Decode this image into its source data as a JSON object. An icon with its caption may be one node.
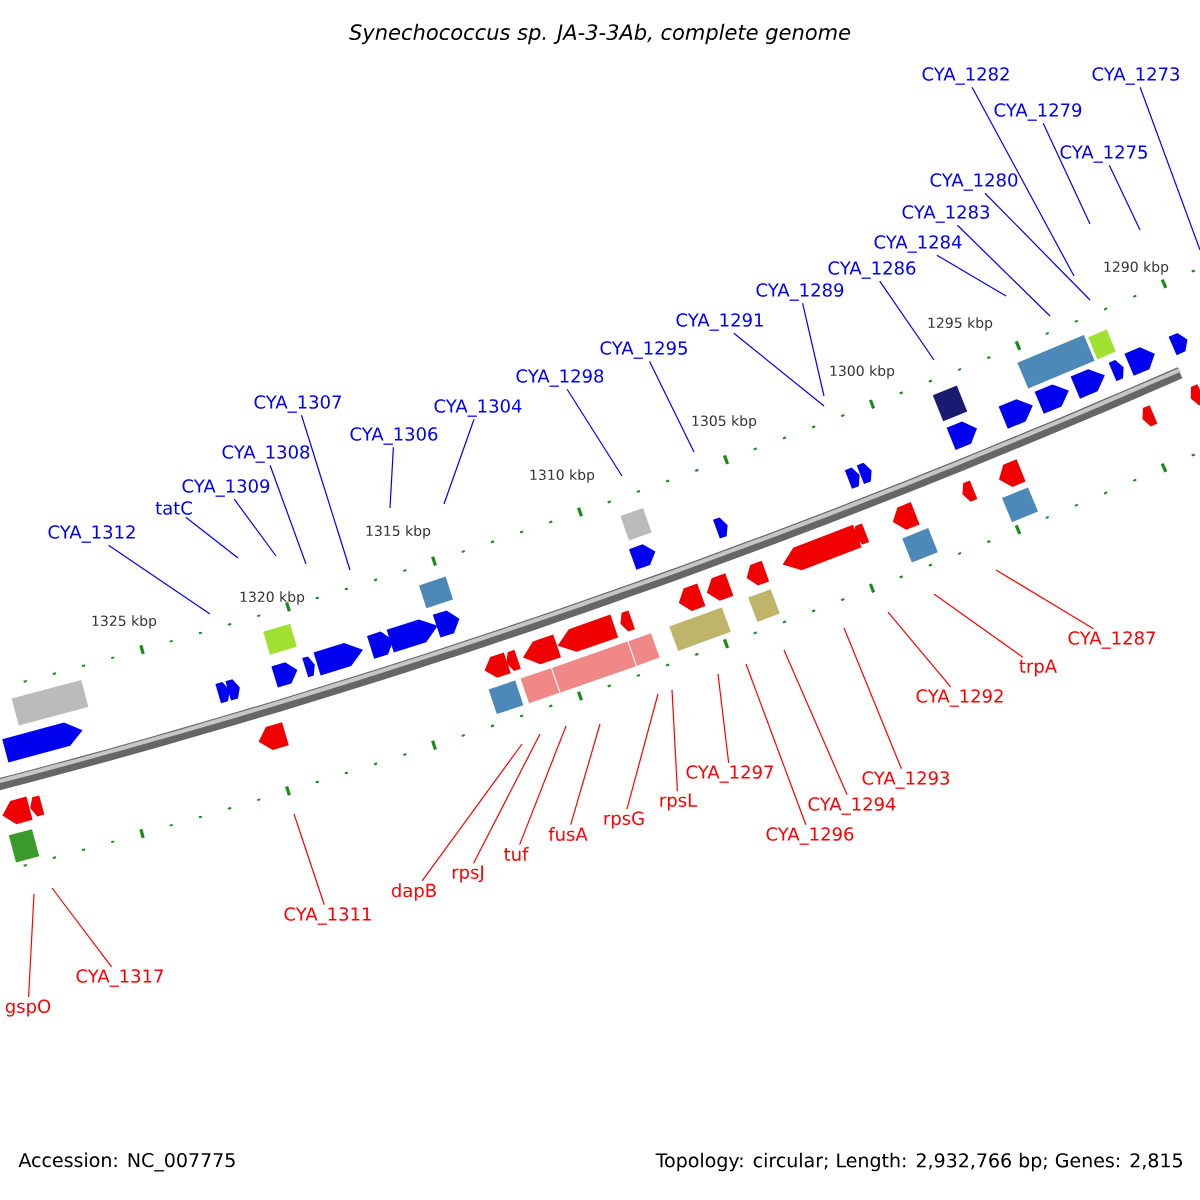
{
  "diagram": {
    "title": "Synechococcus sp. JA-3-3Ab, complete genome",
    "nodes": [
      {
        "text": [
          "CYA_1282"
        ]
      },
      {
        "text": [
          "CYA_1273"
        ]
      },
      {
        "text": [
          "CYA_1279"
        ]
      },
      {
        "text": [
          "CYA_1275"
        ]
      },
      {
        "text": [
          "CYA_1280"
        ]
      },
      {
        "text": [
          "CYA_1283"
        ]
      },
      {
        "text": [
          "CYA_1284"
        ]
      },
      {
        "text": [
          "CYA_1286"
        ]
      },
      {
        "text": [
          "CYA_1289"
        ]
      },
      {
        "text": [
          "CYA_1291"
        ]
      },
      {
        "text": [
          "CYA_1295"
        ]
      },
      {
        "text": [
          "CYA_1298"
        ]
      },
      {
        "text": [
          "CYA_1307"
        ]
      },
      {
        "text": [
          "CYA_1304"
        ]
      },
      {
        "text": [
          "CYA_1306"
        ]
      },
      {
        "text": [
          "CYA_1308"
        ]
      },
      {
        "text": [
          "CYA_1309"
        ]
      },
      {
        "text": [
          "tatC"
        ]
      },
      {
        "text": [
          "CYA_1312"
        ]
      },
      {
        "text": [
          "CYA_1287"
        ]
      },
      {
        "text": [
          "trpA"
        ]
      },
      {
        "text": [
          "CYA_1292"
        ]
      },
      {
        "text": [
          "CYA_1297"
        ]
      },
      {
        "text": [
          "CYA_1293"
        ]
      },
      {
        "text": [
          "rpsL"
        ]
      },
      {
        "text": [
          "CYA_1294"
        ]
      },
      {
        "text": [
          "rpsG"
        ]
      },
      {
        "text": [
          "fusA"
        ]
      },
      {
        "text": [
          "CYA_1296"
        ]
      },
      {
        "text": [
          "tuf"
        ]
      },
      {
        "text": [
          "rpsJ"
        ]
      },
      {
        "text": [
          "dapB"
        ]
      },
      {
        "text": [
          "CYA_1311"
        ]
      },
      {
        "text": [
          "CYA_1317"
        ]
      },
      {
        "text": [
          "gspO"
        ]
      }
    ],
    "edges": [
      {
        "from": 0,
        "to": null,
        "arrow": "none"
      },
      {
        "from": 1,
        "to": null,
        "arrow": "none"
      },
      {
        "from": 2,
        "to": null,
        "arrow": "none"
      },
      {
        "from": 3,
        "to": null,
        "arrow": "none"
      },
      {
        "from": 4,
        "to": null,
        "arrow": "none"
      },
      {
        "from": 5,
        "to": null,
        "arrow": "none"
      },
      {
        "from": 6,
        "to": null,
        "arrow": "none"
      },
      {
        "from": 7,
        "to": null,
        "arrow": "none"
      },
      {
        "from": 8,
        "to": null,
        "arrow": "none"
      },
      {
        "from": 9,
        "to": null,
        "arrow": "none"
      },
      {
        "from": 10,
        "to": null,
        "arrow": "none"
      },
      {
        "from": 11,
        "to": null,
        "arrow": "none"
      },
      {
        "from": 12,
        "to": null,
        "arrow": "none"
      },
      {
        "from": 13,
        "to": null,
        "arrow": "none"
      },
      {
        "from": 14,
        "to": null,
        "arrow": "none"
      },
      {
        "from": 15,
        "to": null,
        "arrow": "none"
      },
      {
        "from": 16,
        "to": null,
        "arrow": "none"
      },
      {
        "from": 17,
        "to": null,
        "arrow": "none"
      },
      {
        "from": 18,
        "to": null,
        "arrow": "none"
      },
      {
        "from": 19,
        "to": null,
        "arrow": "none",
        "color": "#ff0000"
      },
      {
        "from": 20,
        "to": null,
        "arrow": "none",
        "color": "#ff0000"
      },
      {
        "from": 21,
        "to": null,
        "arrow": "none",
        "color": "#ff0000"
      },
      {
        "from": 22,
        "to": null,
        "arrow": "none",
        "color": "#ff0000"
      },
      {
        "from": 23,
        "to": null,
        "arrow": "none",
        "color": "#ff0000"
      },
      {
        "from": 24,
        "to": null,
        "arrow": "none",
        "color": "#ff0000"
      },
      {
        "from": 25,
        "to": null,
        "arrow": "none",
        "color": "#ff0000"
      },
      {
        "from": 26,
        "to": null,
        "arrow": "none",
        "color": "#ff0000"
      },
      {
        "from": 27,
        "to": null,
        "arrow": "none",
        "color": "#ff0000"
      },
      {
        "from": 28,
        "to": null,
        "arrow": "none",
        "color": "#ff0000"
      },
      {
        "from": 29,
        "to": null,
        "arrow": "none",
        "color": "#ff0000"
      },
      {
        "from": 30,
        "to": null,
        "arrow": "none",
        "color": "#ff0000"
      },
      {
        "from": 31,
        "to": null,
        "arrow": "none",
        "color": "#ff0000"
      },
      {
        "from": 32,
        "to": null,
        "arrow": "none",
        "color": "#ff0000"
      },
      {
        "from": 33,
        "to": null,
        "arrow": "none",
        "color": "#ff0000"
      },
      {
        "from": 34,
        "to": null,
        "arrow": "none",
        "color": "#ff0000"
      }
    ],
    "labels": [
      "1290 kbp",
      "1295 kbp",
      "1300 kbp",
      "1305 kbp",
      "1310 kbp",
      "1315 kbp",
      "1320 kbp",
      "1325 kbp",
      "Accession: NC_007775",
      "Topology: circular; Length: 2,932,766 bp; Genes: 2,815"
    ]
  }
}
